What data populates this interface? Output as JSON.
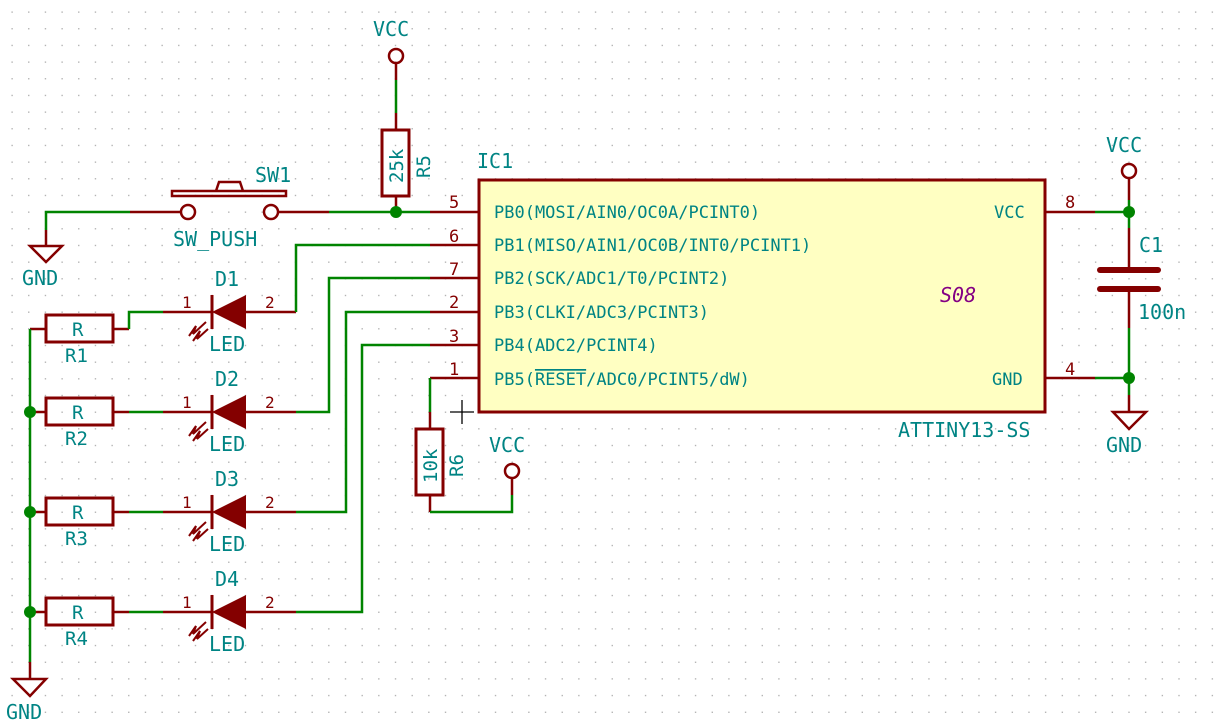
{
  "colors": {
    "wire": "#008400",
    "symbol": "#840000",
    "text": "#008484",
    "ic_fill": "#ffffc2",
    "package": "#840084",
    "junction": "#008400"
  },
  "power": {
    "vcc": "VCC",
    "gnd": "GND"
  },
  "ic": {
    "ref": "IC1",
    "value": "ATTINY13-SS",
    "package": "S08",
    "left_pins": [
      {
        "num": "5",
        "name": "PB0(MOSI/AIN0/OC0A/PCINT0)"
      },
      {
        "num": "6",
        "name": "PB1(MISO/AIN1/OC0B/INT0/PCINT1)"
      },
      {
        "num": "7",
        "name": "PB2(SCK/ADC1/T0/PCINT2)"
      },
      {
        "num": "2",
        "name": "PB3(CLKI/ADC3/PCINT3)"
      },
      {
        "num": "3",
        "name": "PB4(ADC2/PCINT4)"
      },
      {
        "num": "1",
        "name_prefix": "PB5(",
        "name_overline": "RESET",
        "name_suffix": "/ADC0/PCINT5/dW)"
      }
    ],
    "right_pins": [
      {
        "num": "8",
        "name": "VCC"
      },
      {
        "num": "4",
        "name": "GND"
      }
    ]
  },
  "switch": {
    "ref": "SW1",
    "value": "SW_PUSH"
  },
  "r5": {
    "ref": "R5",
    "value": "25k"
  },
  "r6": {
    "ref": "R6",
    "value": "10k"
  },
  "c1": {
    "ref": "C1",
    "value": "100n"
  },
  "leds": [
    {
      "ref": "D1",
      "value": "LED",
      "pin1": "1",
      "pin2": "2",
      "res_ref": "R1",
      "res_value": "R"
    },
    {
      "ref": "D2",
      "value": "LED",
      "pin1": "1",
      "pin2": "2",
      "res_ref": "R2",
      "res_value": "R"
    },
    {
      "ref": "D3",
      "value": "LED",
      "pin1": "1",
      "pin2": "2",
      "res_ref": "R3",
      "res_value": "R"
    },
    {
      "ref": "D4",
      "value": "LED",
      "pin1": "1",
      "pin2": "2",
      "res_ref": "R4",
      "res_value": "R"
    }
  ]
}
